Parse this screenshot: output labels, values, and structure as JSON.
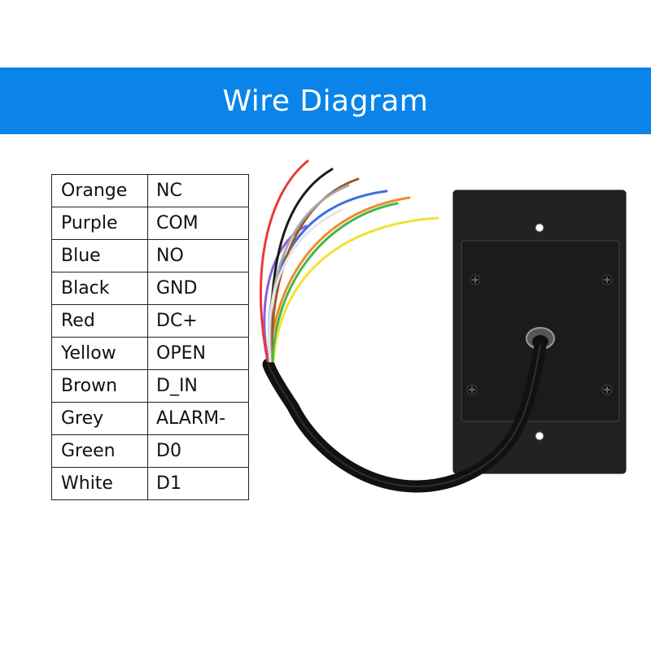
{
  "banner": {
    "title": "Wire Diagram",
    "background_color": "#0a84e8",
    "text_color": "#ffffff"
  },
  "wire_table": {
    "rows": [
      {
        "color": "Orange",
        "function": "NC",
        "wire_hex": "#f08a2a"
      },
      {
        "color": "Purple",
        "function": "COM",
        "wire_hex": "#8e5fd6"
      },
      {
        "color": "Blue",
        "function": "NO",
        "wire_hex": "#3b6fe0"
      },
      {
        "color": "Black",
        "function": "GND",
        "wire_hex": "#1a1a1a"
      },
      {
        "color": "Red",
        "function": "DC+",
        "wire_hex": "#e83a3a"
      },
      {
        "color": "Yellow",
        "function": "OPEN",
        "wire_hex": "#f2e233"
      },
      {
        "color": "Brown",
        "function": "D_IN",
        "wire_hex": "#9a5a2a"
      },
      {
        "color": "Grey",
        "function": "ALARM-",
        "wire_hex": "#a9a9a9"
      },
      {
        "color": "Green",
        "function": "D0",
        "wire_hex": "#3fb84a"
      },
      {
        "color": "White",
        "function": "D1",
        "wire_hex": "#f4f4f4"
      }
    ]
  },
  "device": {
    "body_color": "#222222",
    "cover_color": "#1b1b1b",
    "cable_color": "#111111"
  }
}
